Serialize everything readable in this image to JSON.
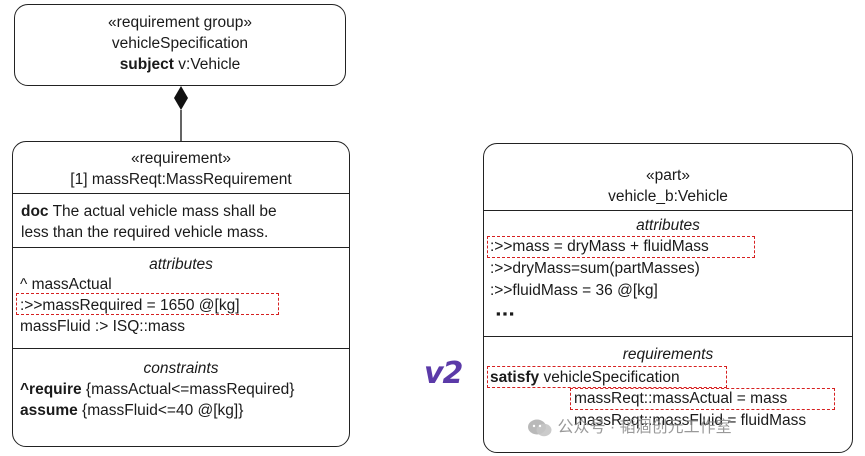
{
  "group": {
    "stereotype": "«requirement group»",
    "name": "vehicleSpecification",
    "subject_keyword": "subject",
    "subject_value": "v:Vehicle"
  },
  "requirement": {
    "stereotype": "«requirement»",
    "name": "[1]  massReqt:MassRequirement",
    "doc_keyword": "doc",
    "doc_line1": "The actual vehicle mass shall be",
    "doc_line2": "less than the required vehicle mass.",
    "attributes_header": "attributes",
    "attr1": "^ massActual",
    "attr2": ":>>massRequired = 1650 @[kg]",
    "attr3": "massFluid :> ISQ::mass",
    "constraints_header": "constraints",
    "require_keyword": "^require",
    "require_expr": "{massActual<=massRequired}",
    "assume_keyword": "assume",
    "assume_expr": "{massFluid<=40 @[kg]}"
  },
  "part": {
    "stereotype": "«part»",
    "name": "vehicle_b:Vehicle",
    "attributes_header": "attributes",
    "attr1": ":>>mass = dryMass + fluidMass",
    "attr2": ":>>dryMass=sum(partMasses)",
    "attr3": ":>>fluidMass = 36 @[kg]",
    "ellipsis": "▪▪▪",
    "requirements_header": "requirements",
    "satisfy_keyword": "satisfy",
    "satisfy_target": "vehicleSpecification",
    "binding1": "massReqt::massActual = mass",
    "binding2": "massReqt::massFluid = fluidMass"
  },
  "label_v2": "v2",
  "watermark": "公众号 · 韬涸创元工作室",
  "colors": {
    "highlight": "#d62020",
    "v2": "#5b3aa8",
    "stroke": "#222222"
  },
  "icons": {
    "composition": "filled-diamond",
    "watermark": "wechat-icon"
  }
}
